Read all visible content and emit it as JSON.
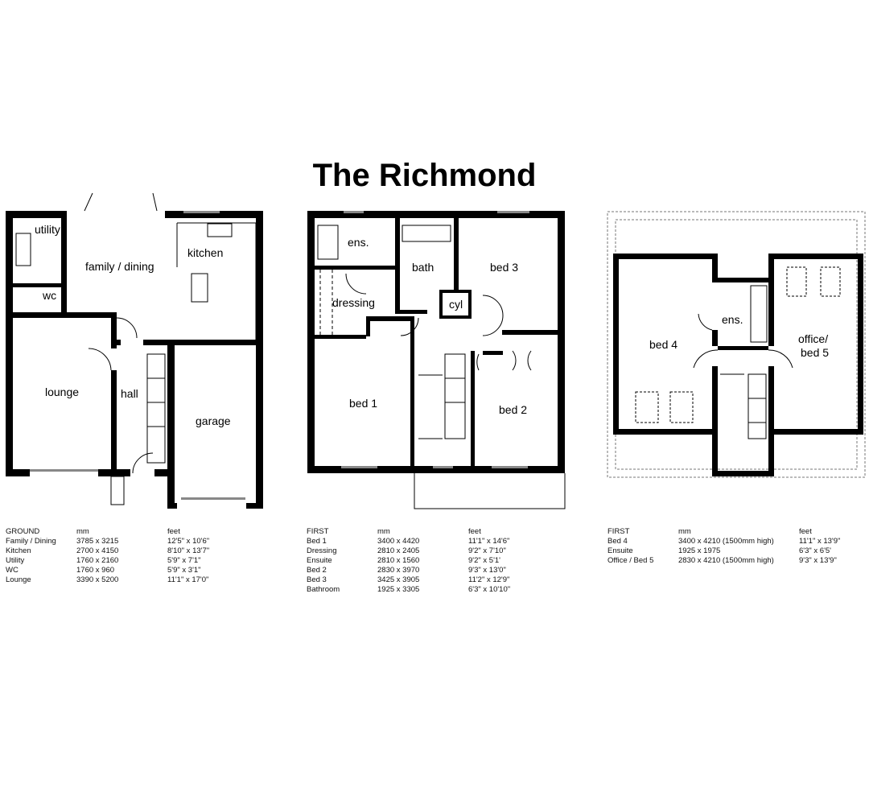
{
  "title": "The Richmond",
  "ground": {
    "rooms": {
      "utility": "utility",
      "wc": "wc",
      "family": "family / dining",
      "kitchen": "kitchen",
      "lounge": "lounge",
      "hall": "hall",
      "garage": "garage"
    },
    "table": {
      "headers": [
        "GROUND",
        "mm",
        "feet"
      ],
      "rows": [
        [
          "Family / Dining",
          "3785 x 3215",
          "12'5\" x 10'6\""
        ],
        [
          "Kitchen",
          "2700 x 4150",
          "8'10\" x 13'7\""
        ],
        [
          "Utility",
          "1760 x 2160",
          "5'9\" x 7'1\""
        ],
        [
          "WC",
          "1760 x 960",
          "5'9\" x 3'1\""
        ],
        [
          "Lounge",
          "3390 x 5200",
          "11'1\" x 17'0\""
        ]
      ]
    }
  },
  "first": {
    "rooms": {
      "ens": "ens.",
      "bath": "bath",
      "bed3": "bed 3",
      "dressing": "dressing",
      "cyl": "cyl",
      "bed1": "bed 1",
      "bed2": "bed 2"
    },
    "table": {
      "headers": [
        "FIRST",
        "mm",
        "feet"
      ],
      "rows": [
        [
          "Bed 1",
          "3400 x 4420",
          "11'1\" x 14'6\""
        ],
        [
          "Dressing",
          "2810 x 2405",
          "9'2\" x 7'10\""
        ],
        [
          "Ensuite",
          "2810 x 1560",
          "9'2\" x 5'1'"
        ],
        [
          "Bed 2",
          "2830 x 3970",
          "9'3\" x 13'0\""
        ],
        [
          "Bed 3",
          "3425 x 3905",
          "11'2\" x 12'9\""
        ],
        [
          "Bathroom",
          "1925 x 3305",
          "6'3\" x 10'10\""
        ]
      ]
    }
  },
  "second": {
    "rooms": {
      "bed4": "bed 4",
      "ens": "ens.",
      "office": "office/",
      "office2": "bed 5"
    },
    "table": {
      "headers": [
        "FIRST",
        "mm",
        "feet"
      ],
      "rows": [
        [
          "Bed 4",
          "3400 x 4210 (1500mm high)",
          "11'1\" x 13'9\""
        ],
        [
          "Ensuite",
          "1925 x 1975",
          "6'3\" x 6'5'"
        ],
        [
          "Office / Bed 5",
          "2830 x 4210 (1500mm high)",
          "9'3\" x 13'9\""
        ]
      ]
    }
  }
}
